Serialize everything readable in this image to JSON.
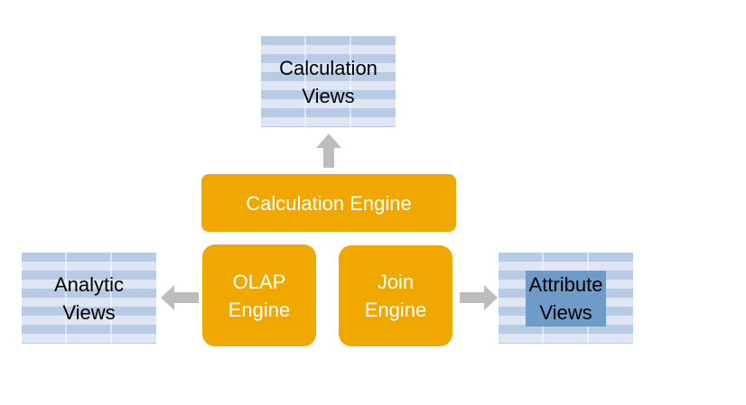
{
  "colors": {
    "engine_fill": "#f0a800",
    "engine_text": "#ffffff",
    "table_stripe_dark": "#b8cbe4",
    "table_stripe_light": "#dde6f2",
    "highlight": "#6f9bc9",
    "arrow": "#bdbdbd"
  },
  "views": {
    "calculation": "Calculation\nViews",
    "analytic": "Analytic\nViews",
    "attribute": "Attribute\nViews"
  },
  "engines": {
    "calculation": "Calculation Engine",
    "olap": "OLAP\nEngine",
    "join": "Join\nEngine"
  },
  "arrows": [
    {
      "from": "calculation-engine",
      "to": "calculation-views",
      "direction": "up"
    },
    {
      "from": "olap-engine",
      "to": "analytic-views",
      "direction": "left"
    },
    {
      "from": "join-engine",
      "to": "attribute-views",
      "direction": "right"
    }
  ]
}
